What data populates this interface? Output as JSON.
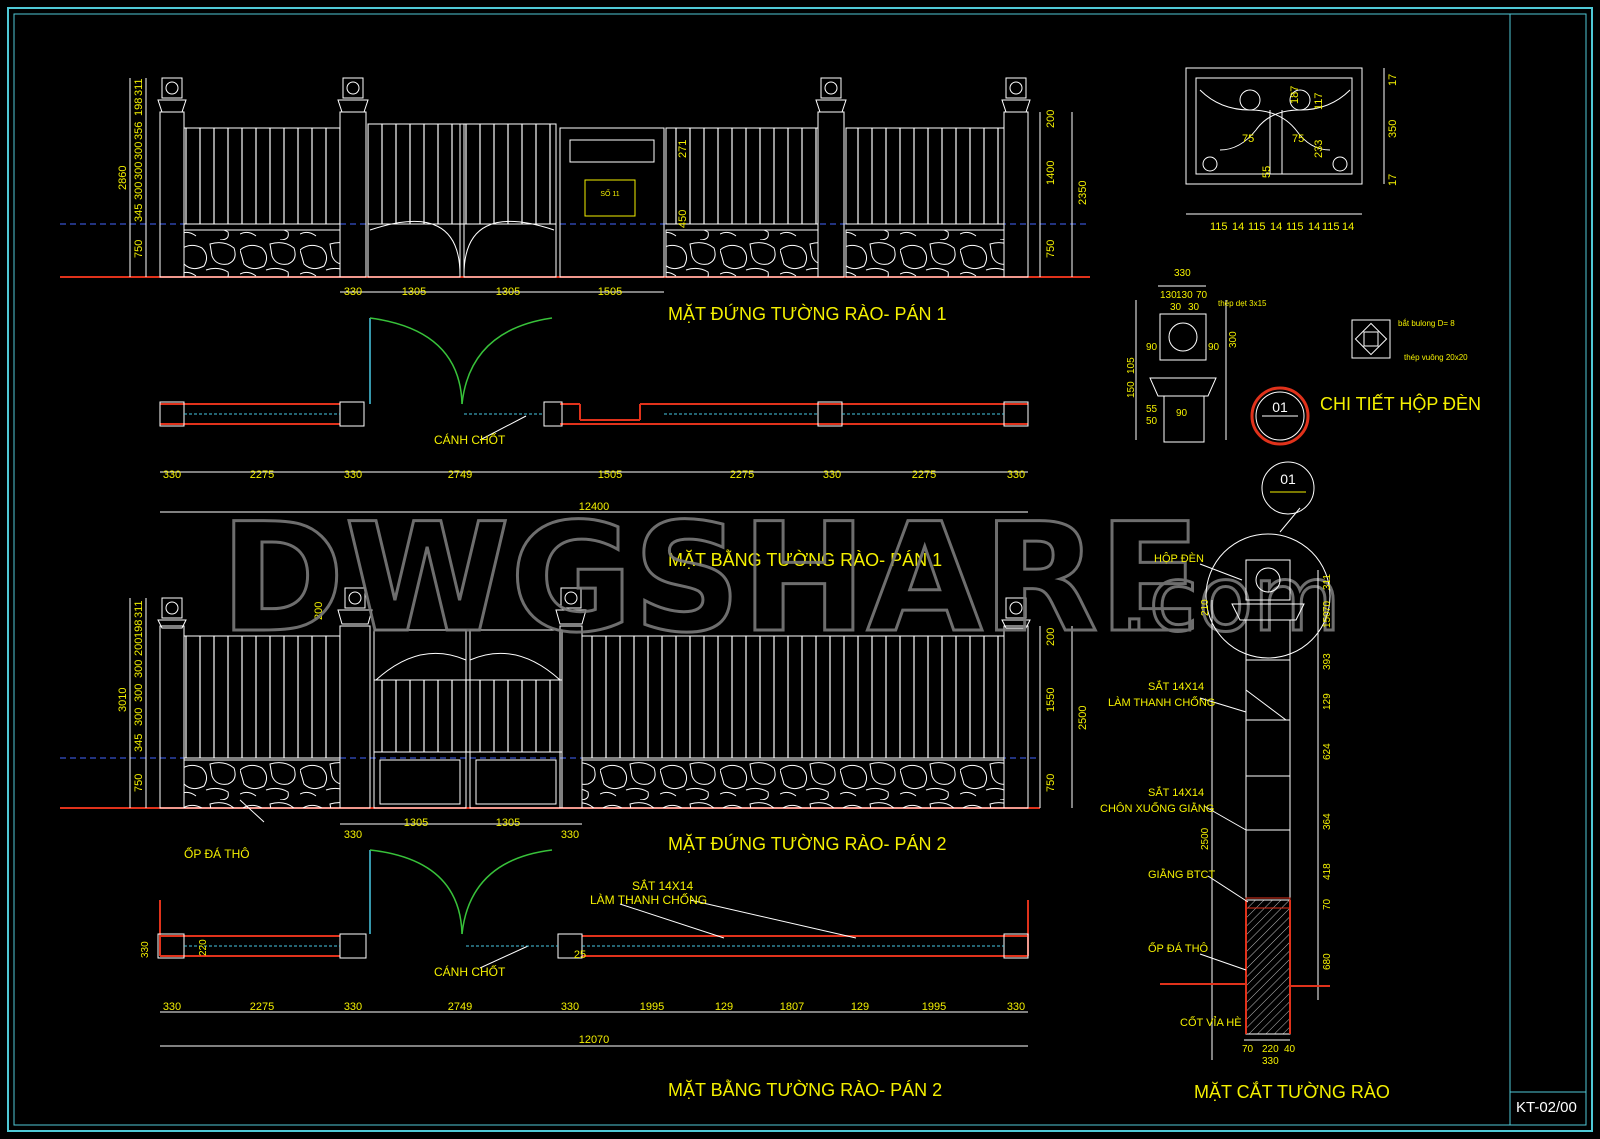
{
  "colors": {
    "background": "#000000",
    "frame": "#4fc9d6",
    "line": "#ffffff",
    "ground": "#e0321b",
    "title": "#f4f000",
    "dim": "#f4f000",
    "swing": "#38c23a",
    "glass": "#49c9e3",
    "watermark": "#7a7a7a"
  },
  "watermark": {
    "main": "DWGSHARE",
    "suffix": ".com"
  },
  "sheet_code": "KT-02/00",
  "titles": {
    "elev1": "MẶT ĐỨNG TƯỜNG RÀO- PÁN 1",
    "plan1": "MẶT BẰNG TƯỜNG RÀO- PÁN 1",
    "elev2": "MẶT ĐỨNG TƯỜNG RÀO- PÁN 2",
    "plan2": "MẶT BẰNG TƯỜNG RÀO- PÁN 2",
    "lamp": "CHI TIẾT HỘP ĐÈN",
    "section": "MẶT CẮT TƯỜNG RÀO"
  },
  "callouts": {
    "bubble1": "01",
    "bubble2": "01",
    "canh_chot_1": "CÁNH CHỐT",
    "canh_chot_2": "CÁNH CHỐT",
    "op_da_tho": "ỐP ĐÁ THÔ",
    "sat_14_a": "SẮT 14X14",
    "lam_thanh_chong_a": "LÀM THANH CHỐNG",
    "hop_den": "HỘP ĐÈN",
    "sat_14_b": "SẮT 14X14",
    "lam_thanh_chong_b": "LÀM THANH CHỐNG",
    "sat_14_c": "SẮT 14X14",
    "chon_xuong": "CHÔN XUỐNG GIẰNG",
    "giang_btct": "GIẰNG BTCT",
    "op_da_tho_2": "ỐP ĐÁ THÔ",
    "cot_via_he": "CỐT VỈA HÈ",
    "thep_det": "thép dẹt 3x15",
    "bat_buong": "bắt bulong D= 8",
    "thep_vuong": "thép vuông 20x20",
    "plaque": "SỐ 11"
  },
  "dims": {
    "elev1_left": [
      "311",
      "198",
      "356",
      "300",
      "300",
      "300",
      "345",
      "750",
      "2860"
    ],
    "elev1_right": [
      "200",
      "1400",
      "750",
      "2350",
      "271",
      "450"
    ],
    "elev1_bottom": [
      "330",
      "1305",
      "1305",
      "1505"
    ],
    "plan1_bottom": [
      "330",
      "2275",
      "330",
      "2749",
      "1505",
      "2275",
      "330",
      "2275",
      "330"
    ],
    "plan1_total": "12400",
    "elev2_left": [
      "311",
      "198",
      "200",
      "300",
      "300",
      "300",
      "345",
      "750",
      "3010",
      "200"
    ],
    "elev2_right": [
      "200",
      "1550",
      "750",
      "2500"
    ],
    "elev2_bottom": [
      "330",
      "1305",
      "1305",
      "330"
    ],
    "plan2_bottom": [
      "330",
      "2275",
      "330",
      "2749",
      "330",
      "1995",
      "129",
      "1807",
      "129",
      "1995",
      "330"
    ],
    "plan2_side": [
      "330",
      "220"
    ],
    "plan2_mid": "25",
    "plan2_total": "12070",
    "detail_top": [
      "115",
      "14",
      "115",
      "14",
      "115",
      "14",
      "115",
      "14"
    ],
    "detail_inner": [
      "75",
      "75",
      "117",
      "233",
      "55",
      "187"
    ],
    "detail_right": [
      "350",
      "17",
      "17"
    ],
    "lamp_top": [
      "330",
      "130",
      "130",
      "70",
      "30",
      "30"
    ],
    "lamp_side": [
      "90",
      "90",
      "300",
      "150",
      "105",
      "55",
      "50",
      "90"
    ],
    "section_right": [
      "311",
      "150",
      "70",
      "393",
      "129",
      "624",
      "364",
      "418",
      "70",
      "680"
    ],
    "section_left": [
      "210",
      "2500"
    ],
    "section_bottom": [
      "70",
      "220",
      "40",
      "330"
    ]
  }
}
